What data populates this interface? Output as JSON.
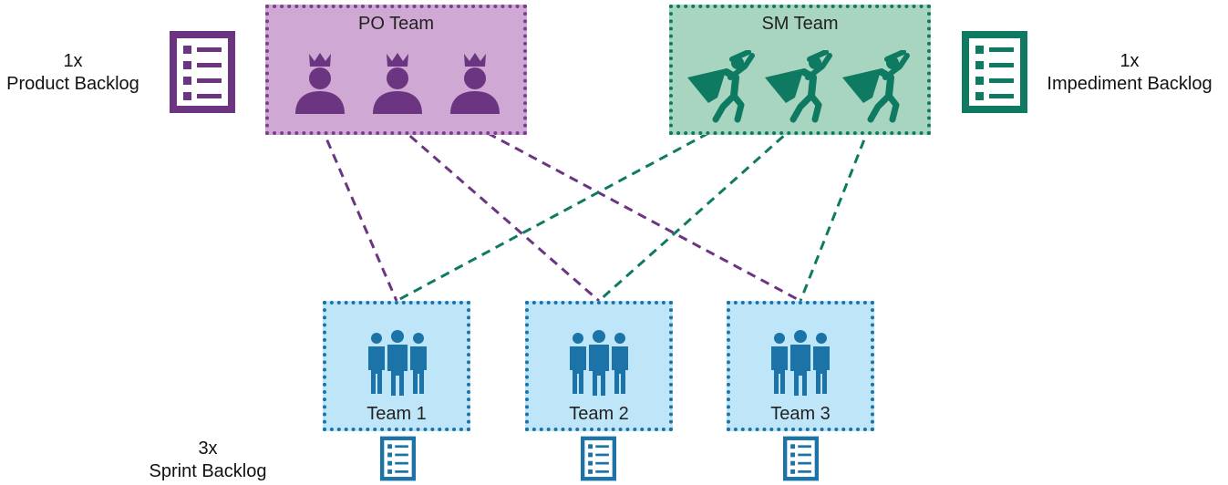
{
  "po_team": {
    "title": "PO Team",
    "member_icon": "crowned-person-icon",
    "members": 3,
    "color": "#6b3582"
  },
  "sm_team": {
    "title": "SM Team",
    "member_icon": "superhero-icon",
    "members": 3,
    "color": "#0f7a62"
  },
  "product_backlog": {
    "count": "1x",
    "label": "Product Backlog",
    "icon": "list-icon",
    "color": "#6b3582"
  },
  "impediment_backlog": {
    "count": "1x",
    "label": "Impediment Backlog",
    "icon": "list-icon",
    "color": "#0f7a62"
  },
  "sprint_backlog": {
    "count": "3x",
    "label": "Sprint Backlog",
    "icon": "list-icon",
    "color": "#1c73a8"
  },
  "teams": [
    {
      "name": "Team 1",
      "icon": "group-icon"
    },
    {
      "name": "Team 2",
      "icon": "group-icon"
    },
    {
      "name": "Team 3",
      "icon": "group-icon"
    }
  ],
  "connections": [
    {
      "from": "po_team.member.1",
      "to": "teams.1",
      "color": "#6b3582",
      "style": "dashed"
    },
    {
      "from": "po_team.member.2",
      "to": "teams.2",
      "color": "#6b3582",
      "style": "dashed"
    },
    {
      "from": "po_team.member.3",
      "to": "teams.3",
      "color": "#6b3582",
      "style": "dashed"
    },
    {
      "from": "sm_team.member.1",
      "to": "teams.1",
      "color": "#0f7a62",
      "style": "dashed"
    },
    {
      "from": "sm_team.member.2",
      "to": "teams.2",
      "color": "#0f7a62",
      "style": "dashed"
    },
    {
      "from": "sm_team.member.3",
      "to": "teams.3",
      "color": "#0f7a62",
      "style": "dashed"
    }
  ]
}
